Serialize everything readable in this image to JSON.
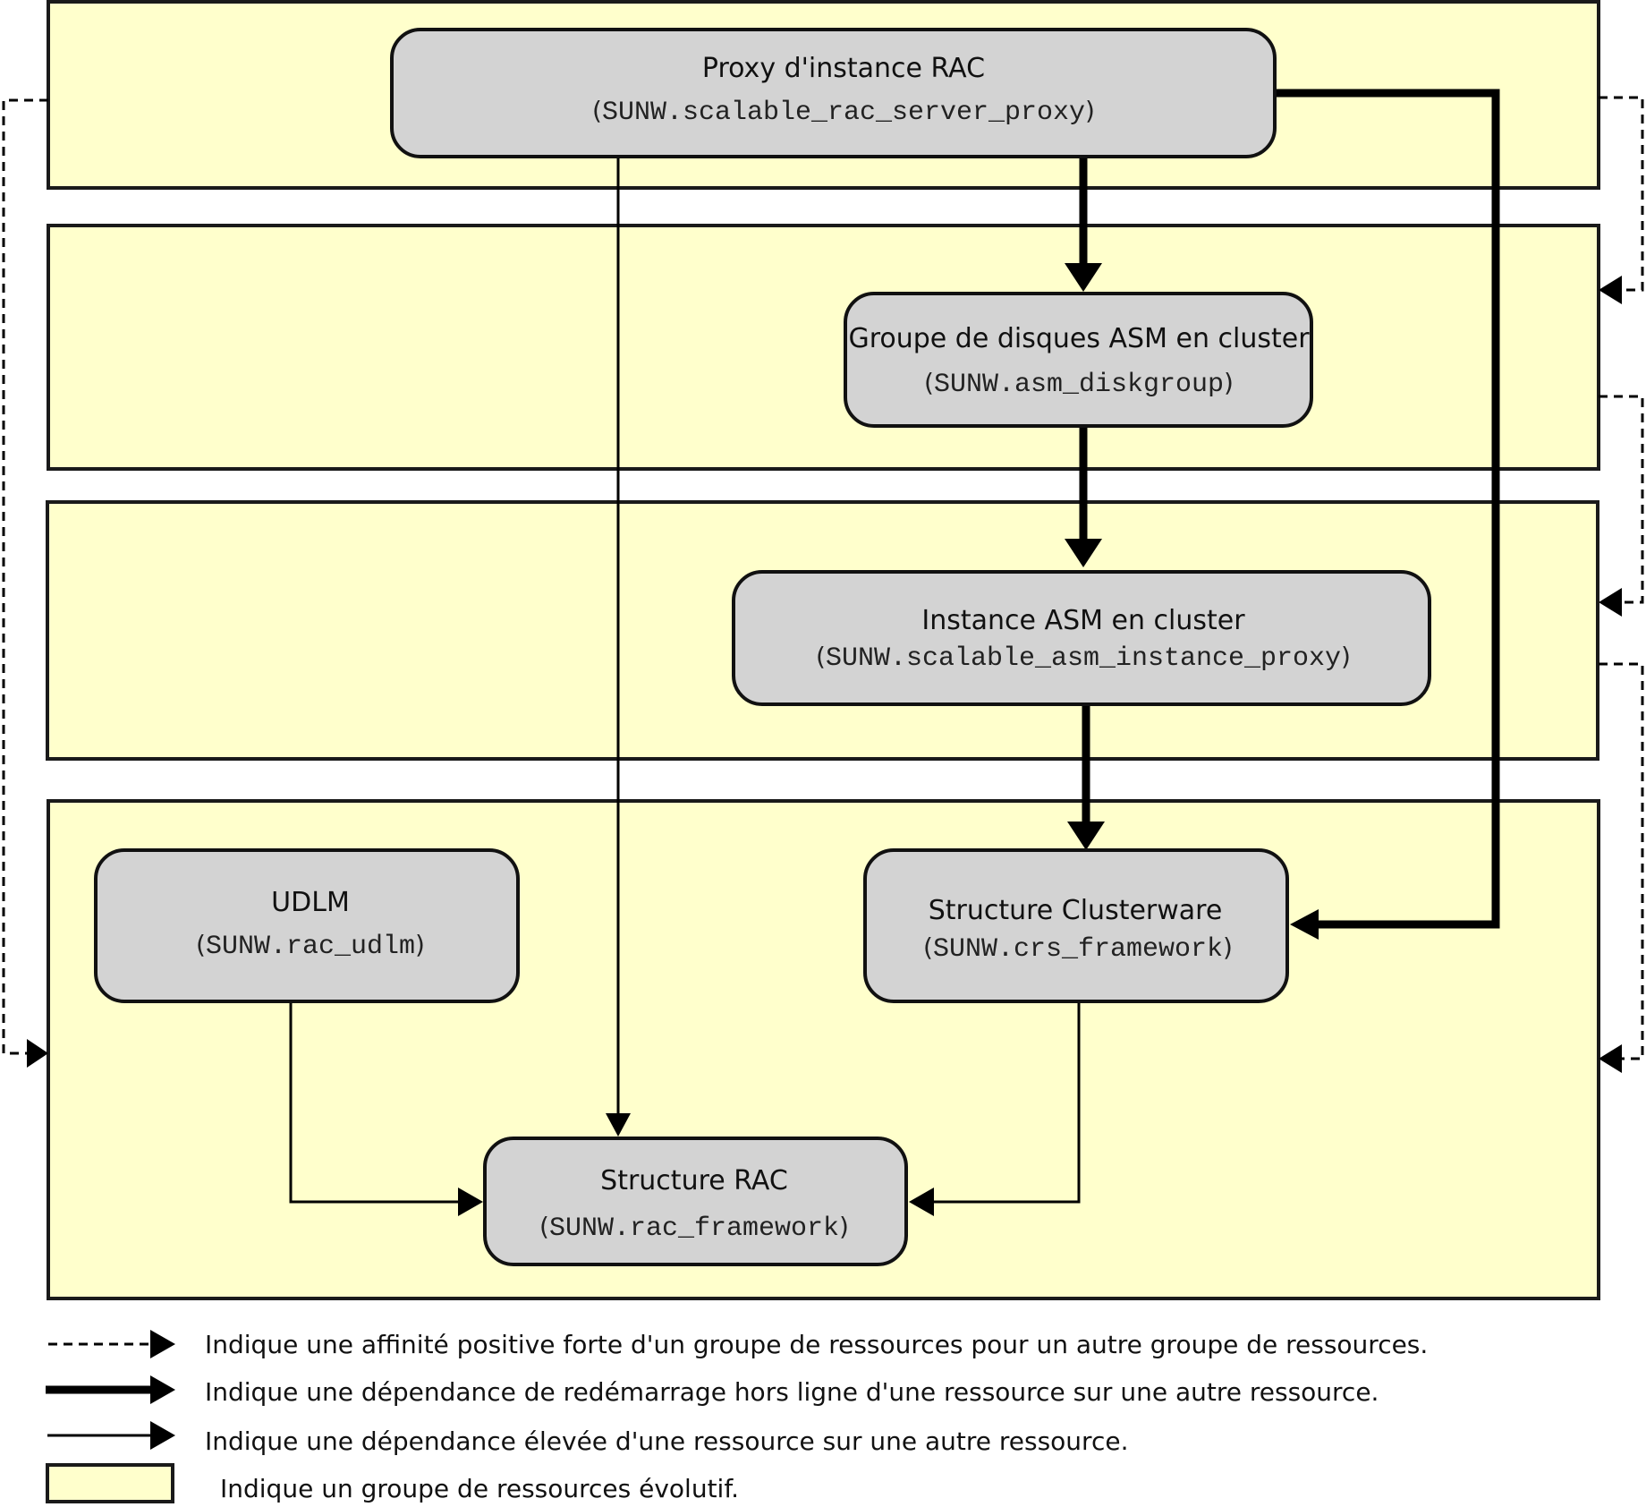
{
  "nodes": {
    "rac_proxy": {
      "title": "Proxy d'instance RAC",
      "type_name": "SUNW.scalable_rac_server_proxy"
    },
    "asm_diskgroup": {
      "title": "Groupe de disques ASM en cluster",
      "type_name": "SUNW.asm_diskgroup"
    },
    "asm_instance": {
      "title": "Instance ASM en cluster",
      "type_name": "SUNW.scalable_asm_instance_proxy"
    },
    "udlm": {
      "title": "UDLM",
      "type_name": "SUNW.rac_udlm"
    },
    "crs_framework": {
      "title": "Structure Clusterware",
      "type_name": "SUNW.crs_framework"
    },
    "rac_framework": {
      "title": "Structure RAC",
      "type_name": "SUNW.rac_framework"
    }
  },
  "edges": [
    {
      "from": "rac_proxy",
      "to": "asm_diskgroup",
      "kind": "offline-restart"
    },
    {
      "from": "asm_diskgroup",
      "to": "asm_instance",
      "kind": "offline-restart"
    },
    {
      "from": "asm_instance",
      "to": "crs_framework",
      "kind": "offline-restart"
    },
    {
      "from": "rac_proxy",
      "to": "crs_framework",
      "kind": "offline-restart"
    },
    {
      "from": "rac_proxy",
      "to": "rac_framework",
      "kind": "strong"
    },
    {
      "from": "udlm",
      "to": "rac_framework",
      "kind": "strong"
    },
    {
      "from": "crs_framework",
      "to": "rac_framework",
      "kind": "strong"
    }
  ],
  "legend": {
    "dashed": "Indique une affinité positive forte d'un groupe de ressources pour un autre groupe de ressources.",
    "thick": "Indique une dépendance de redémarrage hors ligne d'une ressource sur une autre ressource.",
    "thin": "Indique une dépendance élevée d'une ressource sur une autre ressource.",
    "group": "Indique un groupe de ressources évolutif."
  },
  "colors": {
    "group_fill": "#ffffcc",
    "node_fill": "#d3d3d3",
    "line": "#000000"
  }
}
